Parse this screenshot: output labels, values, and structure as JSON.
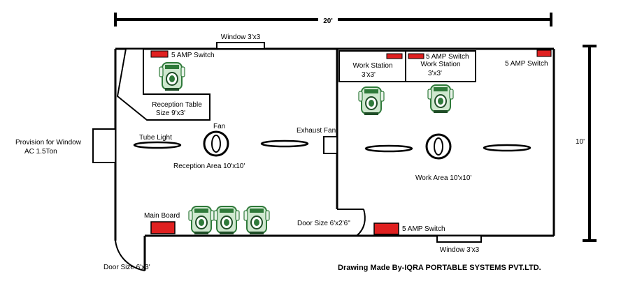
{
  "colors": {
    "wall": "#000000",
    "switch": "#e02020",
    "chair_body": "#2f7a3a",
    "chair_fill": "#cfe8cf",
    "background": "#ffffff"
  },
  "dimensions": {
    "width_label": "20'",
    "height_label": "10'"
  },
  "windows": {
    "top": "Window 3'x3",
    "bottom": "Window 3'x3"
  },
  "labels": {
    "provision_line1": "Provision for Window",
    "provision_line2": "AC 1.5Ton",
    "tube_light": "Tube Light",
    "fan": "Fan",
    "reception_area": "Reception Area 10'x10'",
    "exhaust_fan": "Exhaust Fan",
    "work_area": "Work Area 10'x10'",
    "main_board": "Main Board",
    "door_inner": "Door Size 6'x2'6\"",
    "door_main": "Door Size 6'x3'",
    "reception_table_line1": "Reception Table",
    "reception_table_line2": "Size 9'x3'",
    "work_station_1_line1": "Work Station",
    "work_station_1_line2": "3'x3'",
    "work_station_2_line1": "Work Station",
    "work_station_2_line2": "3'x3'"
  },
  "switches": {
    "reception": "5 AMP Switch",
    "workstation": "5 AMP Switch",
    "work_corner": "5 AMP Switch",
    "bottom": "5 AMP Switch"
  },
  "credit": "Drawing Made By-IQRA PORTABLE SYSTEMS PVT.LTD."
}
